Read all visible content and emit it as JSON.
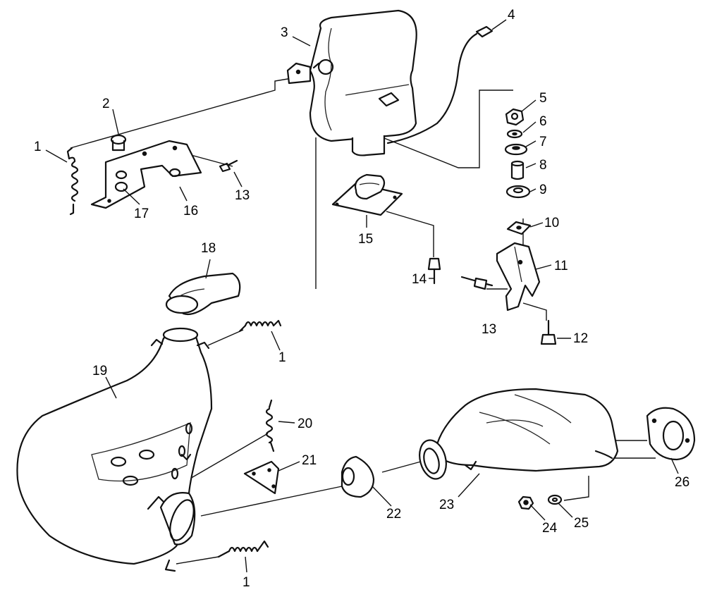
{
  "callouts": [
    {
      "id": "c1a",
      "text": "1"
    },
    {
      "id": "c2",
      "text": "2"
    },
    {
      "id": "c3",
      "text": "3"
    },
    {
      "id": "c4",
      "text": "4"
    },
    {
      "id": "c5",
      "text": "5"
    },
    {
      "id": "c6",
      "text": "6"
    },
    {
      "id": "c7",
      "text": "7"
    },
    {
      "id": "c8",
      "text": "8"
    },
    {
      "id": "c9",
      "text": "9"
    },
    {
      "id": "c10",
      "text": "10"
    },
    {
      "id": "c11",
      "text": "11"
    },
    {
      "id": "c12",
      "text": "12"
    },
    {
      "id": "c13a",
      "text": "13"
    },
    {
      "id": "c13b",
      "text": "13"
    },
    {
      "id": "c14",
      "text": "14"
    },
    {
      "id": "c15",
      "text": "15"
    },
    {
      "id": "c16",
      "text": "16"
    },
    {
      "id": "c17",
      "text": "17"
    },
    {
      "id": "c18",
      "text": "18"
    },
    {
      "id": "c19",
      "text": "19"
    },
    {
      "id": "c1b",
      "text": "1"
    },
    {
      "id": "c20",
      "text": "20"
    },
    {
      "id": "c21",
      "text": "21"
    },
    {
      "id": "c22",
      "text": "22"
    },
    {
      "id": "c23",
      "text": "23"
    },
    {
      "id": "c24",
      "text": "24"
    },
    {
      "id": "c25",
      "text": "25"
    },
    {
      "id": "c26",
      "text": "26"
    },
    {
      "id": "c1c",
      "text": "1"
    }
  ]
}
